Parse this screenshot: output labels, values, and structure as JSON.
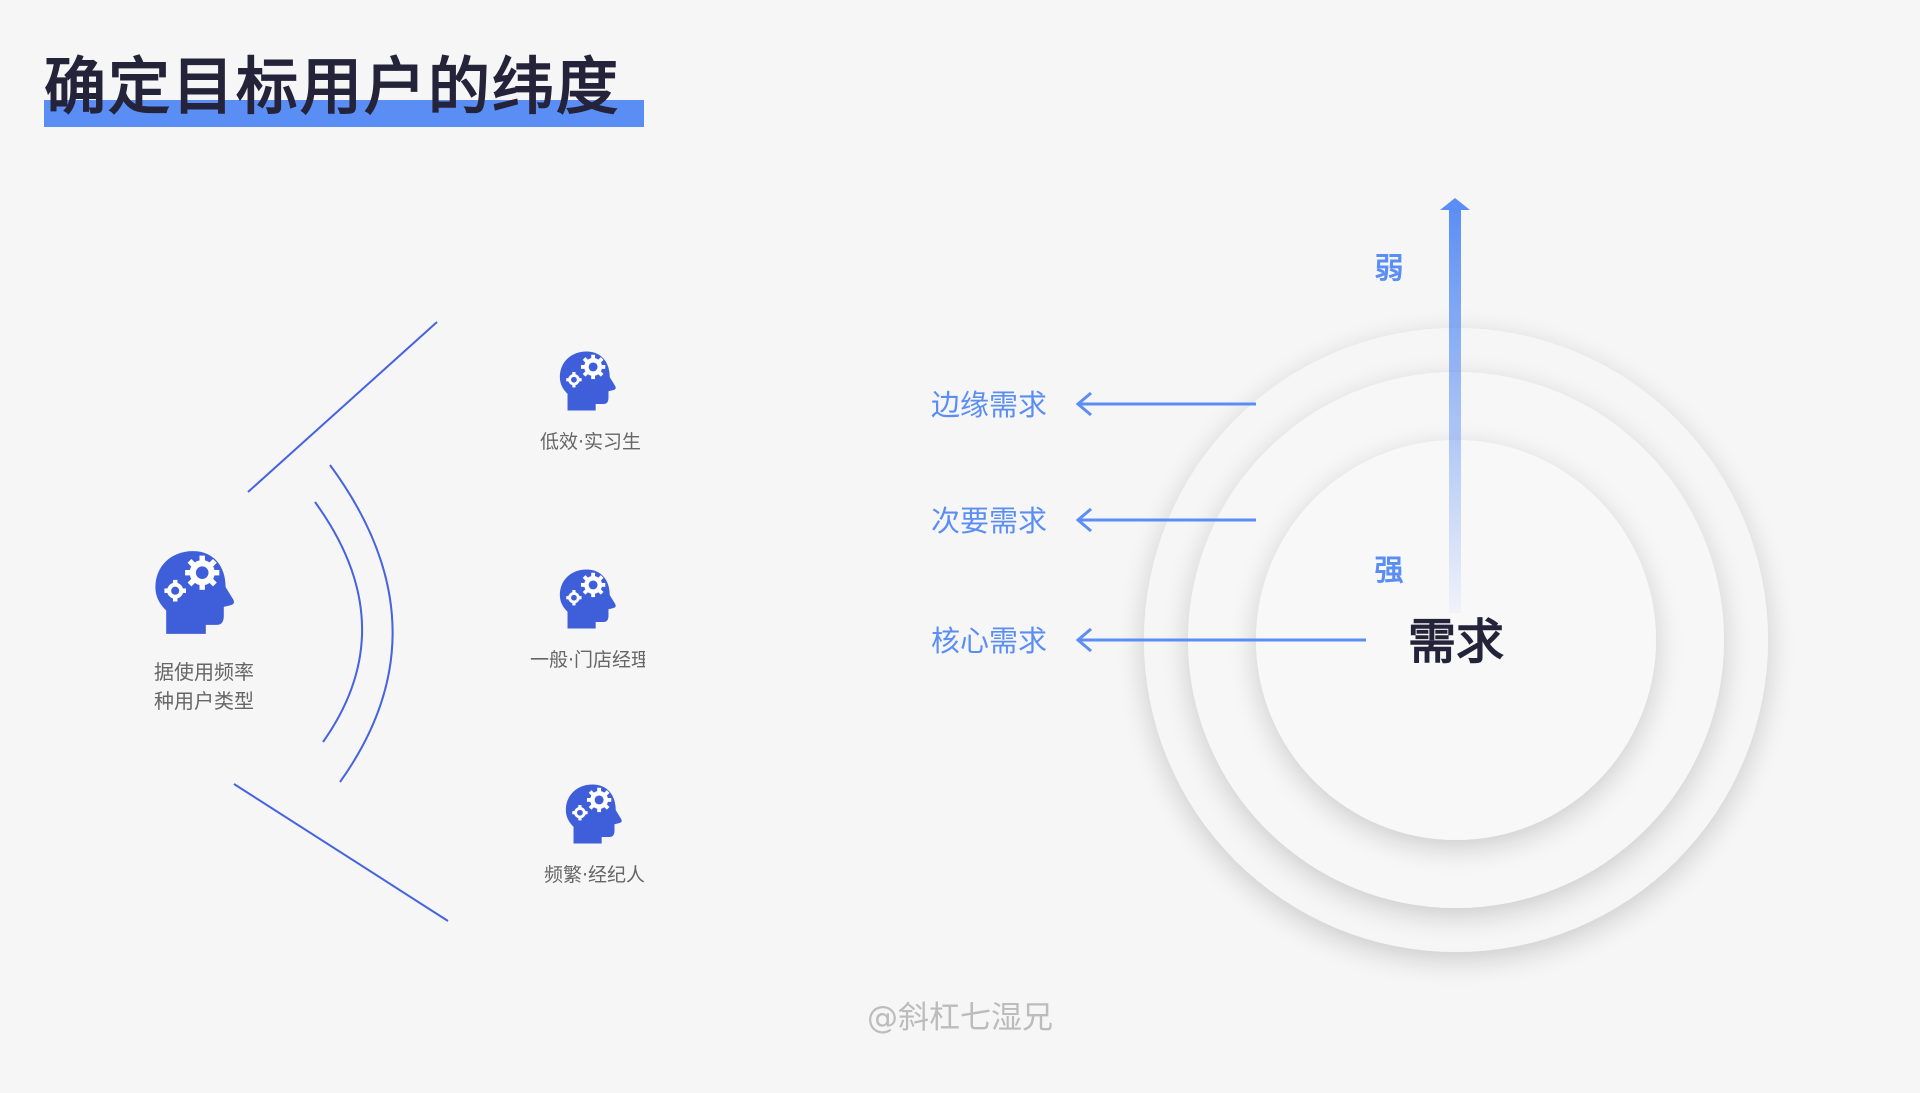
{
  "title": "确定目标用户的纬度",
  "watermark": "@斜杠七湿兄",
  "left_diagram": {
    "center_label_line1": "据使用频率",
    "center_label_line2": "种用户类型",
    "users": [
      {
        "label": "低效·实习生",
        "icon": "head-gears-icon"
      },
      {
        "label": "一般·门店经理",
        "icon": "head-gears-icon"
      },
      {
        "label": "频繁·经纪人",
        "icon": "head-gears-icon"
      }
    ]
  },
  "right_diagram": {
    "center": "需求",
    "weak": "弱",
    "strong": "强",
    "levels": [
      {
        "label": "边缘需求"
      },
      {
        "label": "次要需求"
      },
      {
        "label": "核心需求"
      }
    ]
  },
  "colors": {
    "accent": "#5b8ef5",
    "icon": "#3e5fd9",
    "line": "#4663e0",
    "title": "#24233a",
    "label": "#5b8ef5",
    "gray_text": "#666666"
  }
}
